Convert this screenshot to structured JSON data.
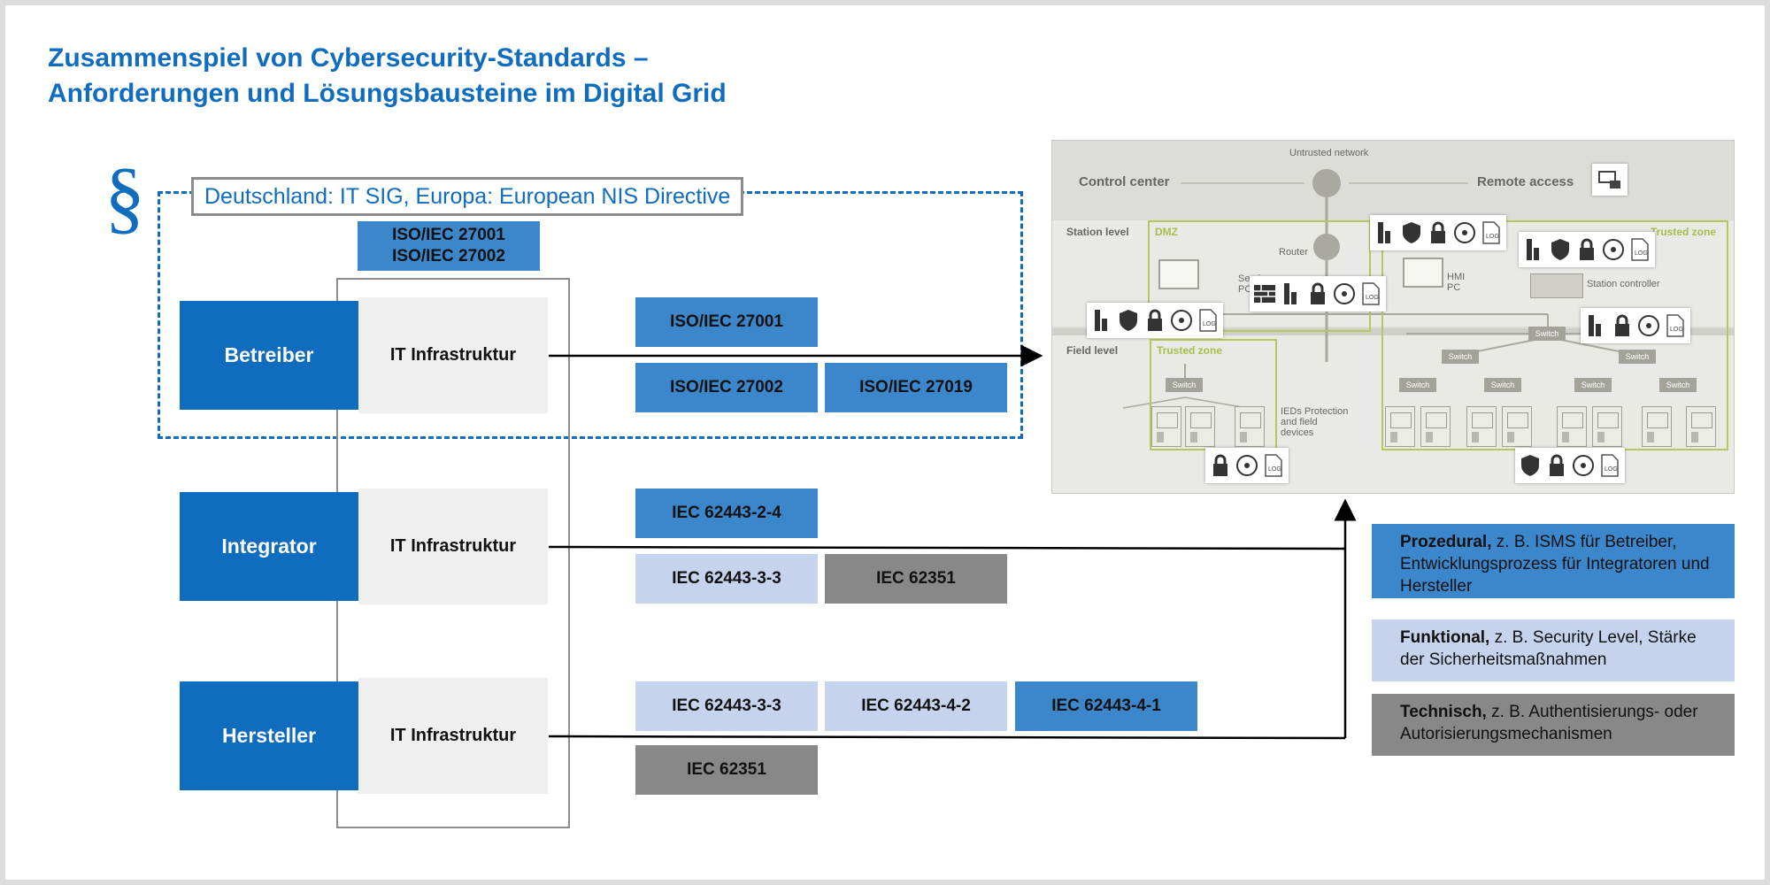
{
  "title": {
    "line1": "Zusammenspiel von Cybersecurity-Standards –",
    "line2": "Anforderungen und Lösungsbausteine im Digital Grid"
  },
  "paragraph_symbol": "§",
  "law_label": "Deutschland: IT SIG, Europa: European NIS Directive",
  "iso_top": {
    "line1": "ISO/IEC 27001",
    "line2": "ISO/IEC 27002"
  },
  "rows": [
    {
      "actor": "Betreiber",
      "infra": "IT Infrastruktur",
      "standards": [
        {
          "label": "ISO/IEC 27001",
          "type": "prozedural"
        },
        {
          "label": "ISO/IEC 27002",
          "type": "prozedural"
        },
        {
          "label": "ISO/IEC 27019",
          "type": "prozedural"
        }
      ]
    },
    {
      "actor": "Integrator",
      "infra": "IT Infrastruktur",
      "standards": [
        {
          "label": "IEC 62443-2-4",
          "type": "prozedural"
        },
        {
          "label": "IEC 62443-3-3",
          "type": "funktional"
        },
        {
          "label": "IEC 62351",
          "type": "technisch"
        }
      ]
    },
    {
      "actor": "Hersteller",
      "infra": "IT Infrastruktur",
      "standards": [
        {
          "label": "IEC 62443-3-3",
          "type": "funktional"
        },
        {
          "label": "IEC 62443-4-2",
          "type": "funktional"
        },
        {
          "label": "IEC 62443-4-1",
          "type": "prozedural"
        },
        {
          "label": "IEC 62351",
          "type": "technisch"
        }
      ]
    }
  ],
  "legend": [
    {
      "bold": "Prozedural,",
      "text": " z. B. ISMS für Betreiber, Entwicklungsprozess für Integratoren und Hersteller",
      "color": "#3c87cc"
    },
    {
      "bold": "Funktional,",
      "text": " z. B. Security Level, Stärke der Sicherheitsmaßnahmen",
      "color": "#c5d3ed"
    },
    {
      "bold": "Technisch,",
      "text": " z. B. Authentisierungs- oder Autorisierungsmechanismen",
      "color": "#888888"
    }
  ],
  "network": {
    "untrusted": "Untrusted network",
    "control_center": "Control center",
    "remote_access": "Remote access",
    "station_level": "Station level",
    "field_level": "Field level",
    "dmz": "DMZ",
    "router": "Router",
    "service_pc": "Service PC",
    "hmi_pc": "HMI PC",
    "station_controller": "Station controller",
    "trusted_zone_left": "Trusted zone",
    "trusted_zone_right": "Trusted zone",
    "ieds": "IEDs Protection and field devices",
    "switch": "Switch",
    "log": "LOG"
  },
  "colors": {
    "brand_blue": "#0f6cbf",
    "prozedural": "#3c87cc",
    "funktional": "#c5d3ed",
    "technisch": "#888888",
    "zone_green": "#b5c95a"
  }
}
